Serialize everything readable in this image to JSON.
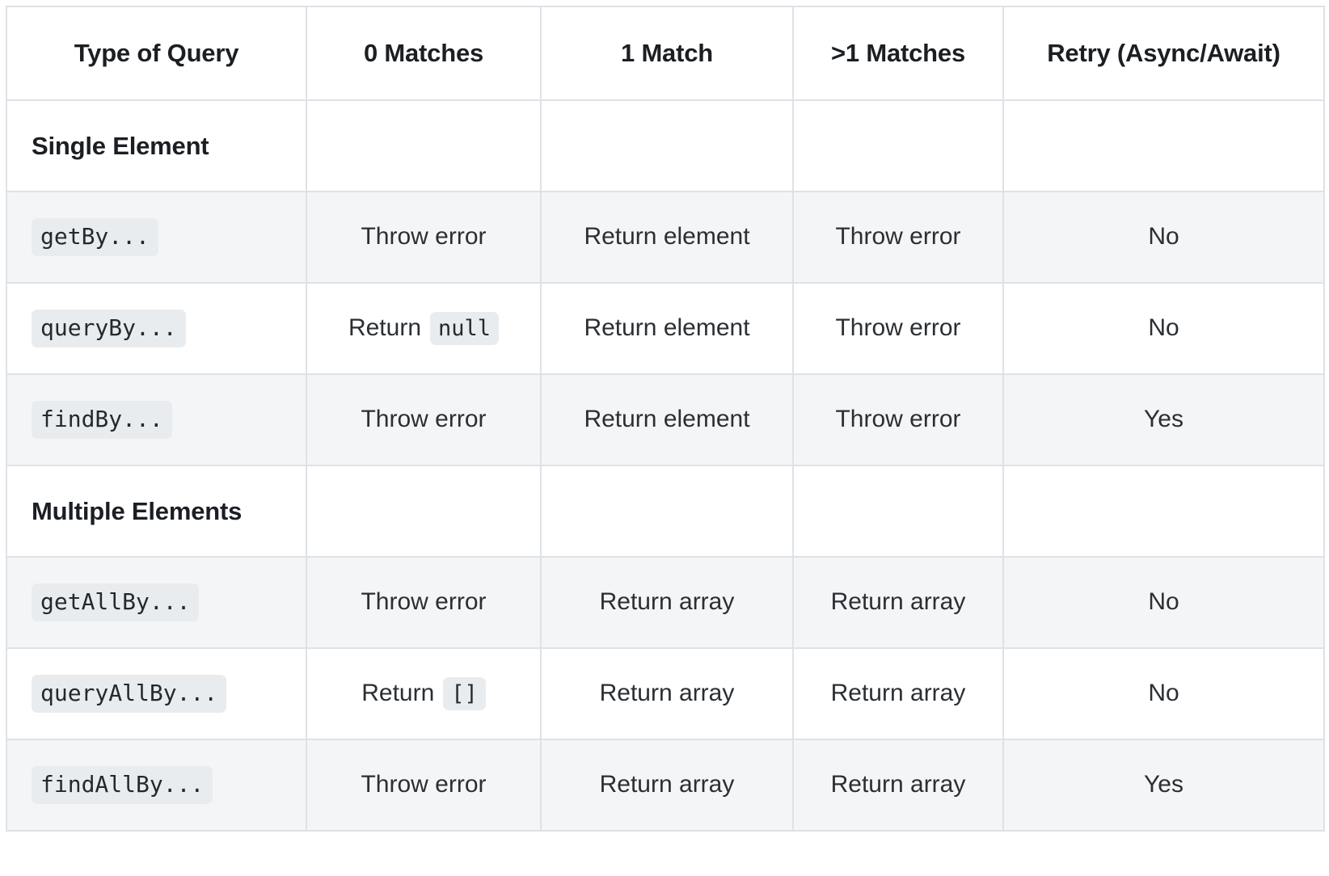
{
  "table": {
    "columns": [
      "Type of Query",
      "0 Matches",
      "1 Match",
      ">1 Matches",
      "Retry (Async/Await)"
    ],
    "sections": [
      {
        "label": "Single Element"
      },
      {
        "label": "Multiple Elements"
      }
    ],
    "rows": [
      {
        "kind": "section",
        "label": "Single Element"
      },
      {
        "kind": "data",
        "striped": true,
        "query": "getBy...",
        "zero_matches": "Throw error",
        "zero_matches_code": "",
        "one_match": "Return element",
        "many_matches": "Throw error",
        "retry": "No"
      },
      {
        "kind": "data",
        "striped": false,
        "query": "queryBy...",
        "zero_matches": "Return",
        "zero_matches_code": "null",
        "one_match": "Return element",
        "many_matches": "Throw error",
        "retry": "No"
      },
      {
        "kind": "data",
        "striped": true,
        "query": "findBy...",
        "zero_matches": "Throw error",
        "zero_matches_code": "",
        "one_match": "Return element",
        "many_matches": "Throw error",
        "retry": "Yes"
      },
      {
        "kind": "section",
        "label": "Multiple Elements"
      },
      {
        "kind": "data",
        "striped": true,
        "query": "getAllBy...",
        "zero_matches": "Throw error",
        "zero_matches_code": "",
        "one_match": "Return array",
        "many_matches": "Return array",
        "retry": "No"
      },
      {
        "kind": "data",
        "striped": false,
        "query": "queryAllBy...",
        "zero_matches": "Return",
        "zero_matches_code": "[]",
        "one_match": "Return array",
        "many_matches": "Return array",
        "retry": "No"
      },
      {
        "kind": "data",
        "striped": true,
        "query": "findAllBy...",
        "zero_matches": "Throw error",
        "zero_matches_code": "",
        "one_match": "Return array",
        "many_matches": "Return array",
        "retry": "Yes"
      }
    ]
  },
  "colors": {
    "border": "#dee2e6",
    "stripe": "#f4f5f7",
    "code_pill_bg": "#e9ecef",
    "text": "#212529"
  }
}
